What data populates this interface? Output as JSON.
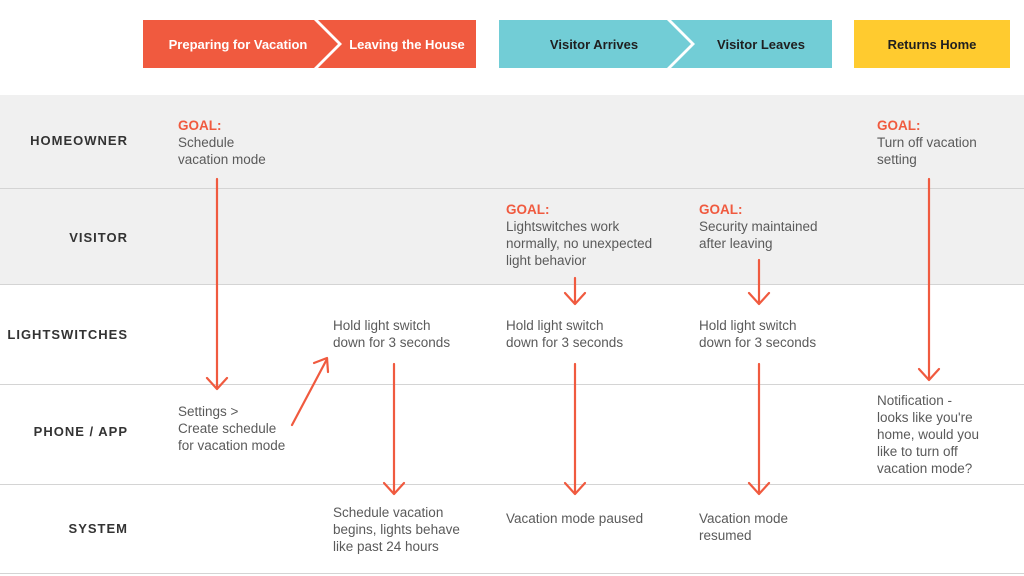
{
  "stages": [
    {
      "label": "Preparing for Vacation",
      "color": "#f05a3f",
      "text_color": "#ffffff"
    },
    {
      "label": "Leaving the House",
      "color": "#f05a3f",
      "text_color": "#ffffff"
    },
    {
      "label": "Visitor Arrives",
      "color": "#72cdd6",
      "text_color": "#1f1f1f"
    },
    {
      "label": "Visitor Leaves",
      "color": "#72cdd6",
      "text_color": "#1f1f1f"
    },
    {
      "label": "Returns Home",
      "color": "#ffcb2f",
      "text_color": "#1f1f1f"
    }
  ],
  "lanes": [
    "HOMEOWNER",
    "VISITOR",
    "LIGHTSWITCHES",
    "PHONE / APP",
    "SYSTEM"
  ],
  "goal_label": "GOAL:",
  "notes": {
    "homeowner_goal_1": "Schedule\nvacation mode",
    "homeowner_goal_2": "Turn off vacation\nsetting",
    "visitor_goal_1": "Lightswitches work\nnormally, no unexpected\nlight behavior",
    "visitor_goal_2": "Security maintained\nafter leaving",
    "switch_1": "Hold light switch\ndown for 3 seconds",
    "switch_2": "Hold light switch\ndown for 3 seconds",
    "switch_3": "Hold light switch\ndown for 3 seconds",
    "app_1": "Settings >\nCreate schedule\nfor vacation mode",
    "app_2": "Notification -\nlooks like you're\nhome, would you\nlike to turn off\nvacation mode?",
    "system_1": "Schedule vacation\nbegins, lights behave\nlike past 24 hours",
    "system_2": "Vacation mode paused",
    "system_3": "Vacation mode\nresumed"
  },
  "colors": {
    "accent": "#f05a3f",
    "lane_gray": "#f0f0f0",
    "divider": "#d4d4d4"
  }
}
